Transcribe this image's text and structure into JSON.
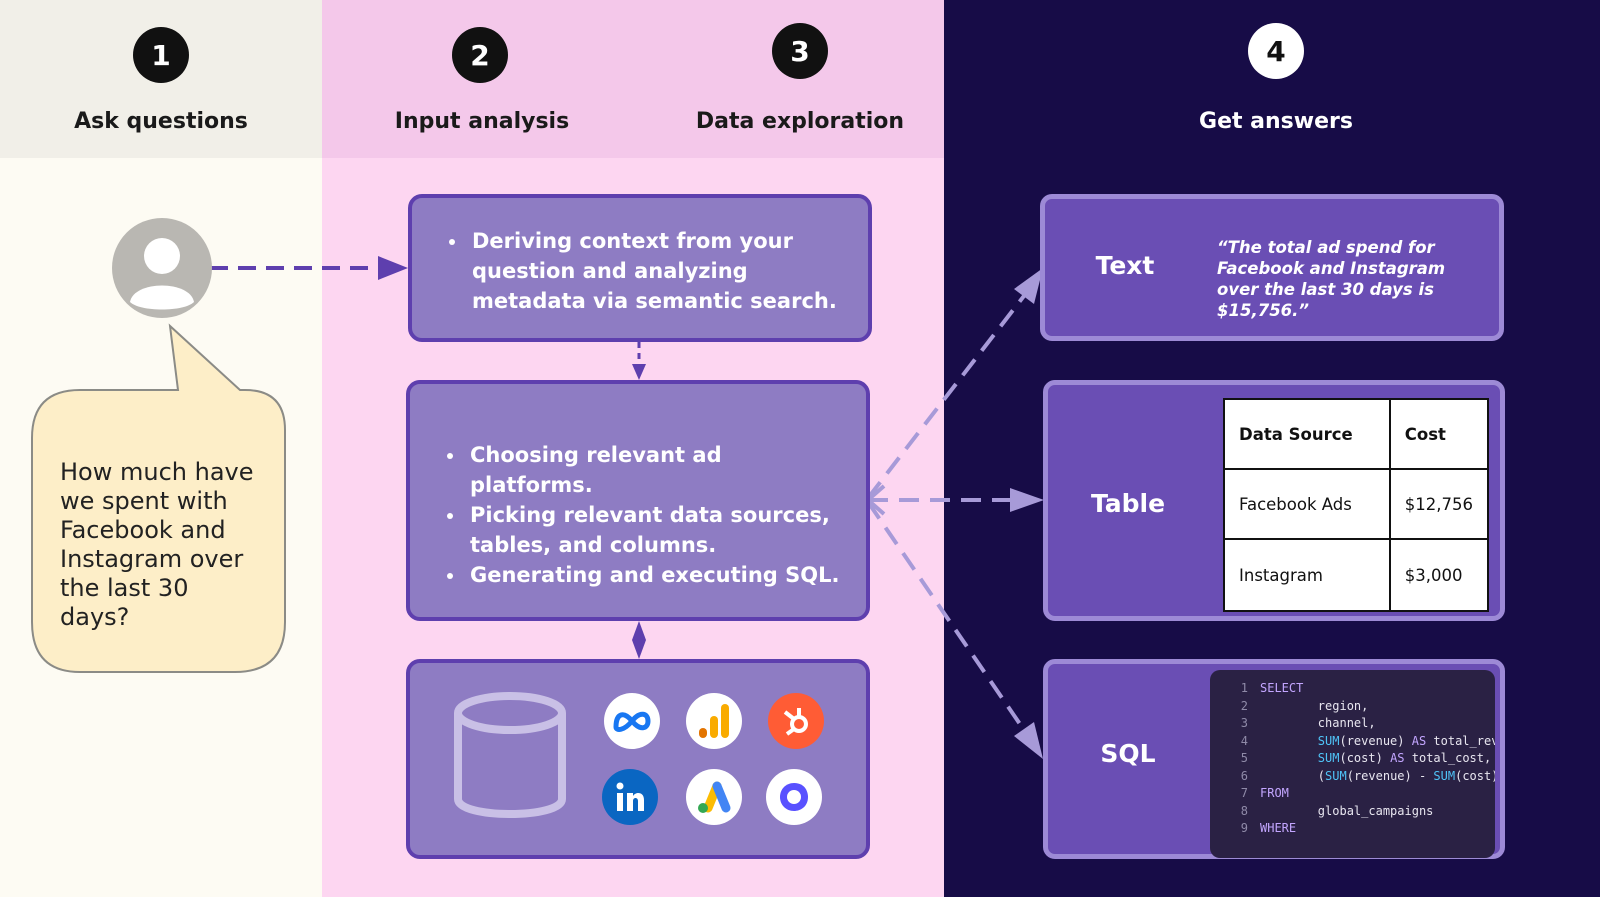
{
  "stages": [
    {
      "number": "1",
      "label": "Ask questions"
    },
    {
      "number": "2",
      "label": "Input analysis"
    },
    {
      "number": "3",
      "label": "Data exploration"
    },
    {
      "number": "4",
      "label": "Get answers"
    }
  ],
  "question": "How much have we spent with Facebook and Instagram over the last 30 days?",
  "analysis_box": {
    "bullets": [
      "Deriving context from your question and analyzing metadata via semantic search."
    ]
  },
  "exploration_box": {
    "bullets": [
      "Choosing relevant ad platforms.",
      "Picking relevant data sources, tables, and columns.",
      "Generating and executing SQL."
    ]
  },
  "data_sources": {
    "icons": [
      "database-icon",
      "meta-icon",
      "google-analytics-icon",
      "hubspot-icon",
      "linkedin-icon",
      "google-ads-icon",
      "outreach-icon"
    ]
  },
  "answers": {
    "text": {
      "label": "Text",
      "quote": "“The total ad spend  for Facebook and Instagram over the last 30 days is $15,756.”"
    },
    "table": {
      "label": "Table",
      "headers": [
        "Data Source",
        "Cost"
      ],
      "rows": [
        [
          "Facebook Ads",
          "$12,756"
        ],
        [
          "Instagram",
          "$3,000"
        ]
      ]
    },
    "sql": {
      "label": "SQL",
      "lines": [
        {
          "n": "1",
          "code": "SELECT"
        },
        {
          "n": "2",
          "code": "        region,"
        },
        {
          "n": "3",
          "code": "        channel,"
        },
        {
          "n": "4",
          "code": "        SUM(revenue) AS total_reve"
        },
        {
          "n": "5",
          "code": "        SUM(cost) AS total_cost,"
        },
        {
          "n": "6",
          "code": "        (SUM(revenue) - SUM(cost))"
        },
        {
          "n": "7",
          "code": "FROM"
        },
        {
          "n": "8",
          "code": "        global_campaigns"
        },
        {
          "n": "9",
          "code": "WHERE"
        }
      ]
    }
  },
  "colors": {
    "stage1_bg": "#fdfbf3",
    "stage1_header": "#f1efe8",
    "stage23_bg": "#fdd6f1",
    "stage23_header": "#f4c8ea",
    "stage4_bg": "#170c47",
    "process_box": "#8e7cc3",
    "answer_box": "#6a4eb4",
    "bubble": "#fdeec8"
  }
}
